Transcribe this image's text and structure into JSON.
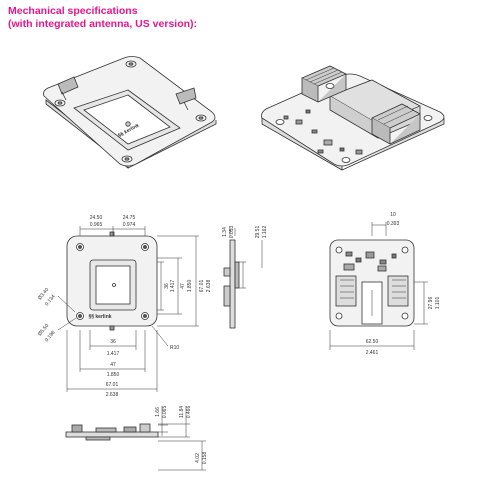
{
  "heading": {
    "line1": "Mechanical specifications",
    "line2": "(with integrated antenna, US version):"
  },
  "colors": {
    "accent": "#e8168b",
    "line": "#333333",
    "pcb": "#f2f2f2"
  },
  "iso_left": {
    "brand": "§§ kerlink"
  },
  "front_view": {
    "brand": "§§ kerlink",
    "dim_top_left": {
      "mm": "24.50",
      "in": "0.965"
    },
    "dim_top_right": {
      "mm": "24.75",
      "in": "0.974"
    },
    "dim_hole_large": {
      "mm": "Ø3.40",
      "in": "0.134"
    },
    "dim_hole_small": {
      "mm": "Ø5.50",
      "in": "0.198"
    },
    "dim_inner_v1": {
      "mm": "36",
      "in": "1.417"
    },
    "dim_inner_v2": {
      "mm": "47",
      "in": "1.850"
    },
    "dim_outer_v": {
      "mm": "67.01",
      "in": "2.638"
    },
    "dim_inner_h1": {
      "mm": "36",
      "in": "1.417"
    },
    "dim_inner_h2": {
      "mm": "47",
      "in": "1.850"
    },
    "dim_outer_h": {
      "mm": "67.01",
      "in": "2.638"
    },
    "radius": "R10"
  },
  "side_view": {
    "dim_thick": {
      "mm": "1.34",
      "in": "0.053"
    },
    "dim_height": {
      "mm": "29.51",
      "in": "1.162"
    }
  },
  "back_view": {
    "dim_top": {
      "mm": "10",
      "in": "0.393"
    },
    "dim_right": {
      "mm": "27.96",
      "in": "1.101"
    },
    "dim_width": {
      "mm": "62.50",
      "in": "2.461"
    }
  },
  "bottom_view": {
    "dim_a": {
      "mm": "1.66",
      "in": "0.065"
    },
    "dim_b": {
      "mm": "11.84",
      "in": "0.466"
    },
    "dim_c": {
      "mm": "4.02",
      "in": "0.158"
    }
  }
}
